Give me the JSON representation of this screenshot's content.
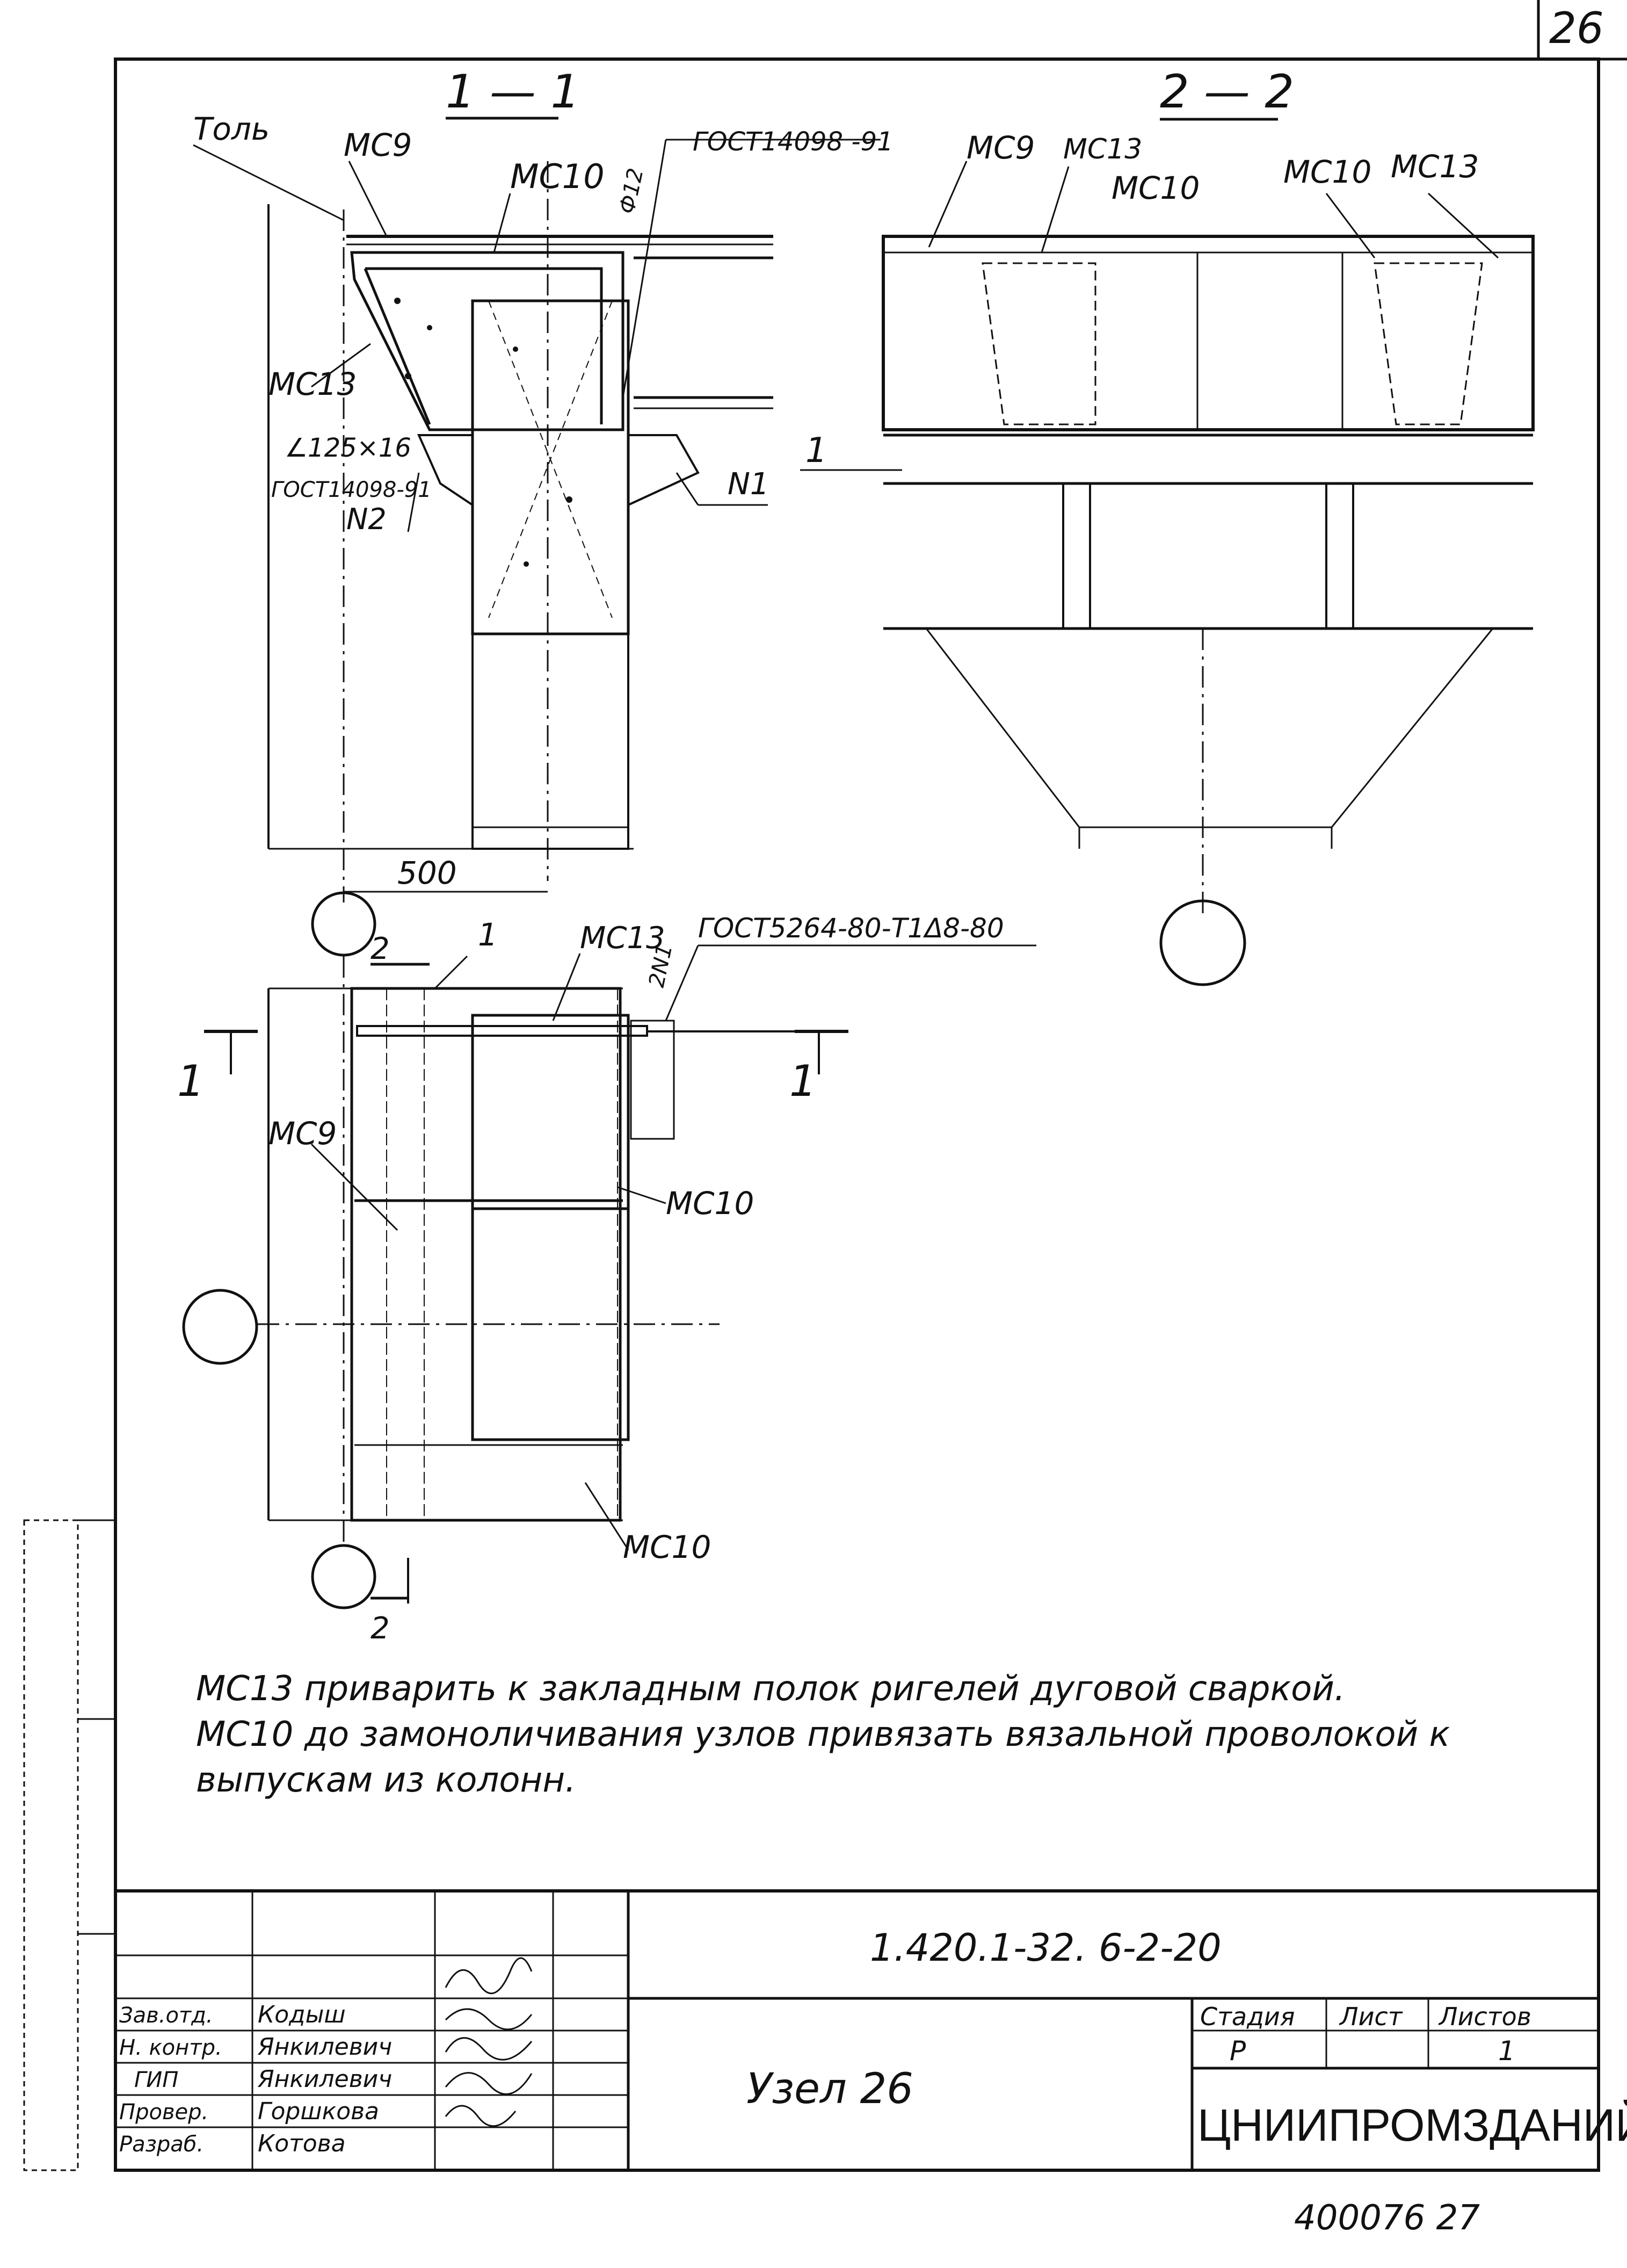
{
  "sheet": {
    "corner_number": "26",
    "bottom_code": "400076  27"
  },
  "section_titles": {
    "section_1": "1 — 1",
    "section_2": "2 — 2"
  },
  "callouts": {
    "tol": "Толь",
    "mc9_a": "МС9",
    "mc10_a": "МС10",
    "gost_a": "ГОСТ14098 -91",
    "phi12": "Ф12",
    "mc13_a": "МС13",
    "angle": "∠125×16",
    "gost_b": "ГОСТ14098-91",
    "n2": "N2",
    "n1": "N1",
    "mc9_b": "МС9",
    "mc13_b": "МС13",
    "mc10_b": "МС10",
    "mc10_c": "МС10",
    "mc13_c": "МС13",
    "one": "1",
    "dim_500": "500",
    "plan_one": "1",
    "mc13_plan": "МС13",
    "gost_plan": "ГОСТ5264-80-Т1Δ8-80",
    "n1_plan": "2N1",
    "mc9_plan": "МС9",
    "mc10_plan": "МС10",
    "mc10_plan_b": "МС10",
    "cut_1_left": "1",
    "cut_1_right": "1",
    "cut_2_top": "2",
    "cut_2_bottom": "2"
  },
  "notes": [
    "МС13 приварить к закладным полок ригелей дуговой сваркой.",
    "МС10 до замоноличивания узлов привязать вязальной проволокой к",
    "выпускам из колонн."
  ],
  "title_block": {
    "designation": "1.420.1-32.   6-2-20",
    "drawing_name": "Узел 26",
    "organization": "ЦНИИПРОМЗДАНИЙ",
    "stage_header": "Стадия",
    "sheet_header": "Лист",
    "sheets_header": "Листов",
    "stage_value": "Р",
    "sheet_value": "",
    "sheets_value": "1",
    "roles": [
      "Зав.отд.",
      "Н. контр.",
      "ГИП",
      "Провер.",
      "Разраб."
    ],
    "names": [
      "Кодыш",
      "Янкилевич",
      "Янкилевич",
      "Горшкова",
      "Котова"
    ]
  }
}
